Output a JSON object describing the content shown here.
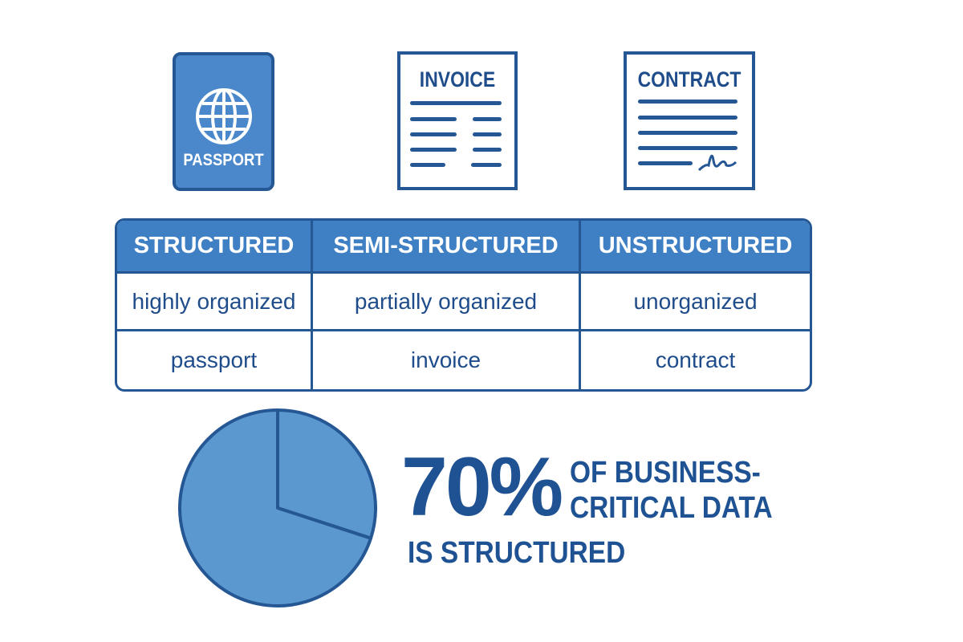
{
  "icons": {
    "passport": {
      "label": "PASSPORT"
    },
    "invoice": {
      "label": "INVOICE"
    },
    "contract": {
      "label": "CONTRACT"
    }
  },
  "table": {
    "headers": [
      "STRUCTURED",
      "SEMI-STRUCTURED",
      "UNSTRUCTURED"
    ],
    "rows": [
      [
        "highly organized",
        "partially organized",
        "unorganized"
      ],
      [
        "passport",
        "invoice",
        "contract"
      ]
    ]
  },
  "stat": {
    "value": "70%",
    "line1": "OF BUSINESS-",
    "line2": "CRITICAL DATA",
    "line3": "IS STRUCTURED"
  },
  "chart_data": {
    "type": "pie",
    "values": [
      30,
      70
    ],
    "labels": [
      "",
      "structured"
    ],
    "colors": [
      "#5b98d0",
      "#5b98d0"
    ]
  },
  "colors": {
    "primary": "#245794",
    "accent": "#3f7fc4"
  }
}
